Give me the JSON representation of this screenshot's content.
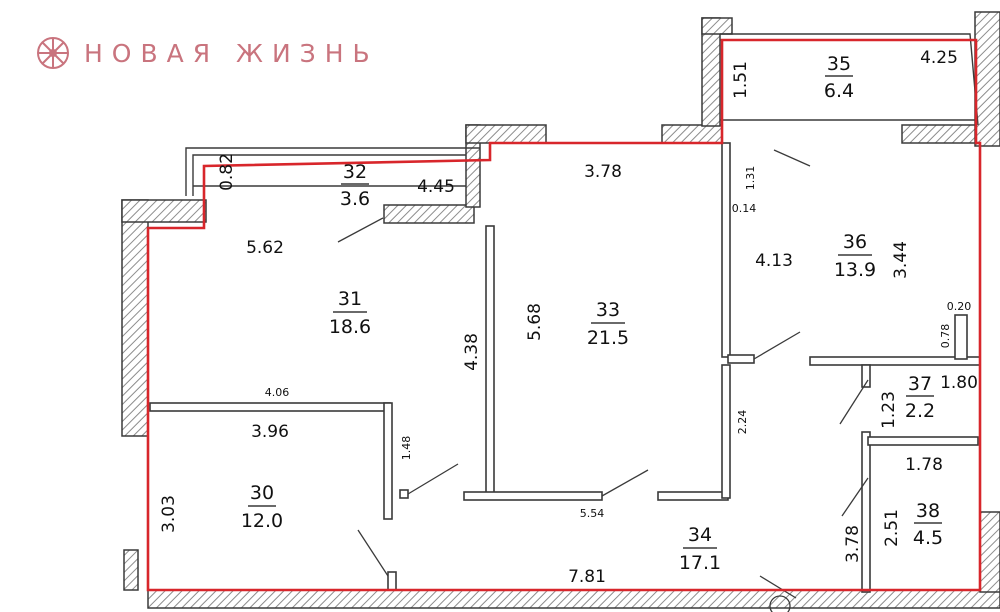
{
  "brand": {
    "name": "НОВАЯ ЖИЗНЬ",
    "color": "#c9747e",
    "icon": "brand-star-icon"
  },
  "colors": {
    "wall": "#4a4a4a",
    "outline": "#d8262b",
    "hatch": "#9a9a9a"
  },
  "rooms": [
    {
      "id": "room-30",
      "number": "30",
      "area": "12.0"
    },
    {
      "id": "room-31",
      "number": "31",
      "area": "18.6"
    },
    {
      "id": "room-32",
      "number": "32",
      "area": "3.6"
    },
    {
      "id": "room-33",
      "number": "33",
      "area": "21.5"
    },
    {
      "id": "room-34",
      "number": "34",
      "area": "17.1"
    },
    {
      "id": "room-35",
      "number": "35",
      "area": "6.4"
    },
    {
      "id": "room-36",
      "number": "36",
      "area": "13.9"
    },
    {
      "id": "room-37",
      "number": "37",
      "area": "2.2"
    },
    {
      "id": "room-38",
      "number": "38",
      "area": "4.5"
    }
  ],
  "dimensions": [
    "0.82",
    "4.45",
    "5.62",
    "3.78",
    "1.51",
    "4.25",
    "1.31",
    "0.14",
    "4.13",
    "3.44",
    "4.38",
    "5.68",
    "0.20",
    "0.78",
    "4.06",
    "3.96",
    "1.48",
    "2.24",
    "1.23",
    "1.80",
    "1.78",
    "3.03",
    "5.54",
    "3.78",
    "2.51",
    "7.81"
  ]
}
